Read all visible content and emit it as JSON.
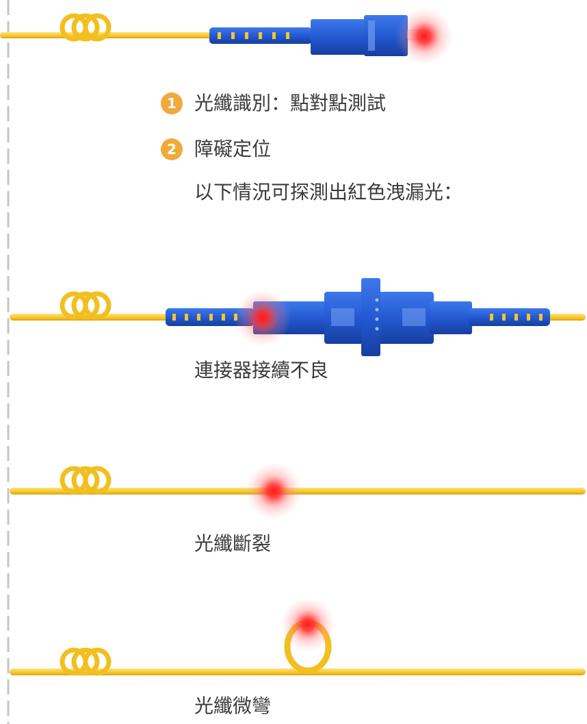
{
  "items": [
    {
      "number": "1",
      "text": "光纖識別：點對點測試"
    },
    {
      "number": "2",
      "text": "障礙定位"
    }
  ],
  "intro": "以下情況可探測出紅色洩漏光：",
  "cases": [
    {
      "label": "連接器接續不良"
    },
    {
      "label": "光纖斷裂"
    },
    {
      "label": "光纖微彎"
    }
  ],
  "colors": {
    "fiber": "#f6c52a",
    "connector": "#2a5fd6",
    "badge": "#f2a93b",
    "laser": "#ff2a2a",
    "guide": "#c4c4c4"
  }
}
